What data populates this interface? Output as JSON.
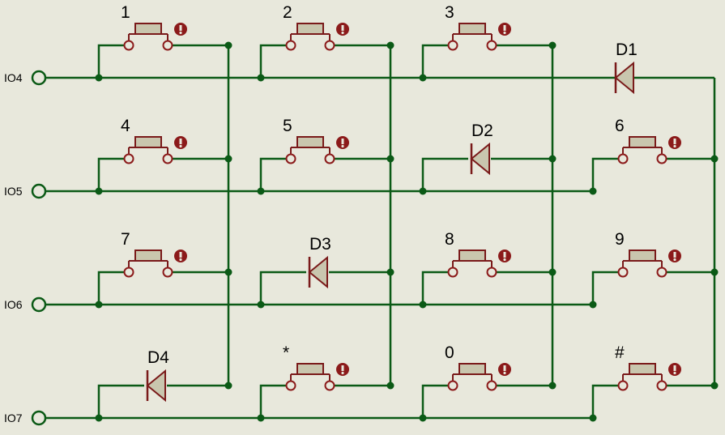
{
  "colors": {
    "background": "#e8e8dc",
    "wire": "#0b5a16",
    "component": "#7a1a1a",
    "component_fill": "#c9c6ae"
  },
  "pins": [
    {
      "label": "IO4"
    },
    {
      "label": "IO5"
    },
    {
      "label": "IO6"
    },
    {
      "label": "IO7"
    }
  ],
  "keys": [
    {
      "label": "1",
      "row": 0,
      "col": 0
    },
    {
      "label": "2",
      "row": 0,
      "col": 1
    },
    {
      "label": "3",
      "row": 0,
      "col": 2
    },
    {
      "label": "4",
      "row": 1,
      "col": 0
    },
    {
      "label": "5",
      "row": 1,
      "col": 1
    },
    {
      "label": "6",
      "row": 1,
      "col": 3
    },
    {
      "label": "7",
      "row": 2,
      "col": 0
    },
    {
      "label": "8",
      "row": 2,
      "col": 2
    },
    {
      "label": "9",
      "row": 2,
      "col": 3
    },
    {
      "label": "*",
      "row": 3,
      "col": 1
    },
    {
      "label": "0",
      "row": 3,
      "col": 2
    },
    {
      "label": "#",
      "row": 3,
      "col": 3
    }
  ],
  "diodes": [
    {
      "label": "D1",
      "row": 0,
      "col": 3
    },
    {
      "label": "D2",
      "row": 1,
      "col": 2
    },
    {
      "label": "D3",
      "row": 2,
      "col": 1
    },
    {
      "label": "D4",
      "row": 3,
      "col": 0
    }
  ]
}
